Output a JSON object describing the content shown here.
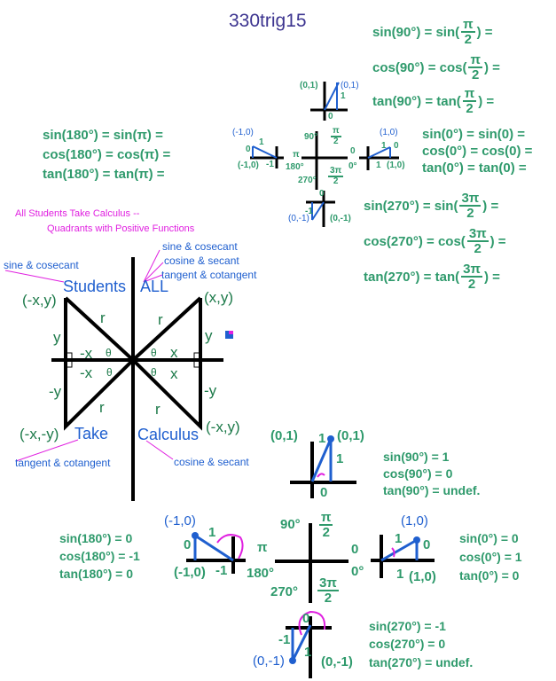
{
  "title": "330trig15",
  "top_eqs": {
    "sin90": {
      "pre": "sin(90°) = sin(",
      "num": "π",
      "den": "2",
      "post": ") ="
    },
    "cos90": {
      "pre": "cos(90°) = cos(",
      "num": "π",
      "den": "2",
      "post": ") ="
    },
    "tan90": {
      "pre": "tan(90°) = tan(",
      "num": "π",
      "den": "2",
      "post": ") ="
    },
    "sin180": "sin(180°) = sin(π) =",
    "cos180": "cos(180°) = cos(π) =",
    "tan180": "tan(180°) = tan(π) =",
    "sin0": "sin(0°) = sin(0) =",
    "cos0": "cos(0°) = cos(0) =",
    "tan0": "tan(0°) = tan(0) =",
    "sin270": {
      "pre": "sin(270°) = sin(",
      "num": "3π",
      "den": "2",
      "post": ") ="
    },
    "cos270": {
      "pre": "cos(270°) = cos(",
      "num": "3π",
      "den": "2",
      "post": ") ="
    },
    "tan270": {
      "pre": "tan(270°) = tan(",
      "num": "3π",
      "den": "2",
      "post": ") ="
    }
  },
  "small_diagram": {
    "p01": "(0,1)",
    "one": "1",
    "zero": "0",
    "pm10": "(-1,0)",
    "m1": "-1",
    "p10": "(1,0)",
    "p0m1": "(0,-1)",
    "d90": "90°",
    "pi2_num": "π",
    "pi2_den": "2",
    "pi": "π",
    "d180": "180°",
    "d0": "0°",
    "d270": "270°",
    "pi32_num": "3π",
    "pi32_den": "2"
  },
  "mnemonic": {
    "line1": "All Students Take Calculus --",
    "line2": "Quadrants with Positive Functions",
    "all_funcs": [
      "sine & cosecant",
      "cosine & secant",
      "tangent & cotangent"
    ],
    "students_funcs": "sine & cosecant",
    "take_funcs": "tangent & cotangent",
    "calculus_funcs": "cosine & secant",
    "students": "Students",
    "all": "ALL",
    "take": "Take",
    "calculus": "Calculus"
  },
  "bowtie": {
    "q2": "(-x,y)",
    "q1": "(x,y)",
    "q3": "(-x,-y)",
    "q4": "(-x,y)",
    "r": "r",
    "y": "y",
    "neg_y": "-y",
    "x": "x",
    "neg_x": "-x",
    "theta": "θ"
  },
  "answers": {
    "sin90": "sin(90°) = 1",
    "cos90": "cos(90°) = 0",
    "tan90": "tan(90°) = undef.",
    "sin180": "sin(180°) = 0",
    "cos180": "cos(180°) = -1",
    "tan180": "tan(180°) = 0",
    "sin0": "sin(0°) = 0",
    "cos0": "cos(0°) = 1",
    "tan0": "tan(0°) = 0",
    "sin270": "sin(270°) = -1",
    "cos270": "cos(270°) = 0",
    "tan270": "tan(270°) = undef."
  },
  "colors": {
    "green": "#2f9a6c",
    "blue": "#1f5fcf",
    "pink": "#e020e0",
    "title": "#3d3590"
  }
}
